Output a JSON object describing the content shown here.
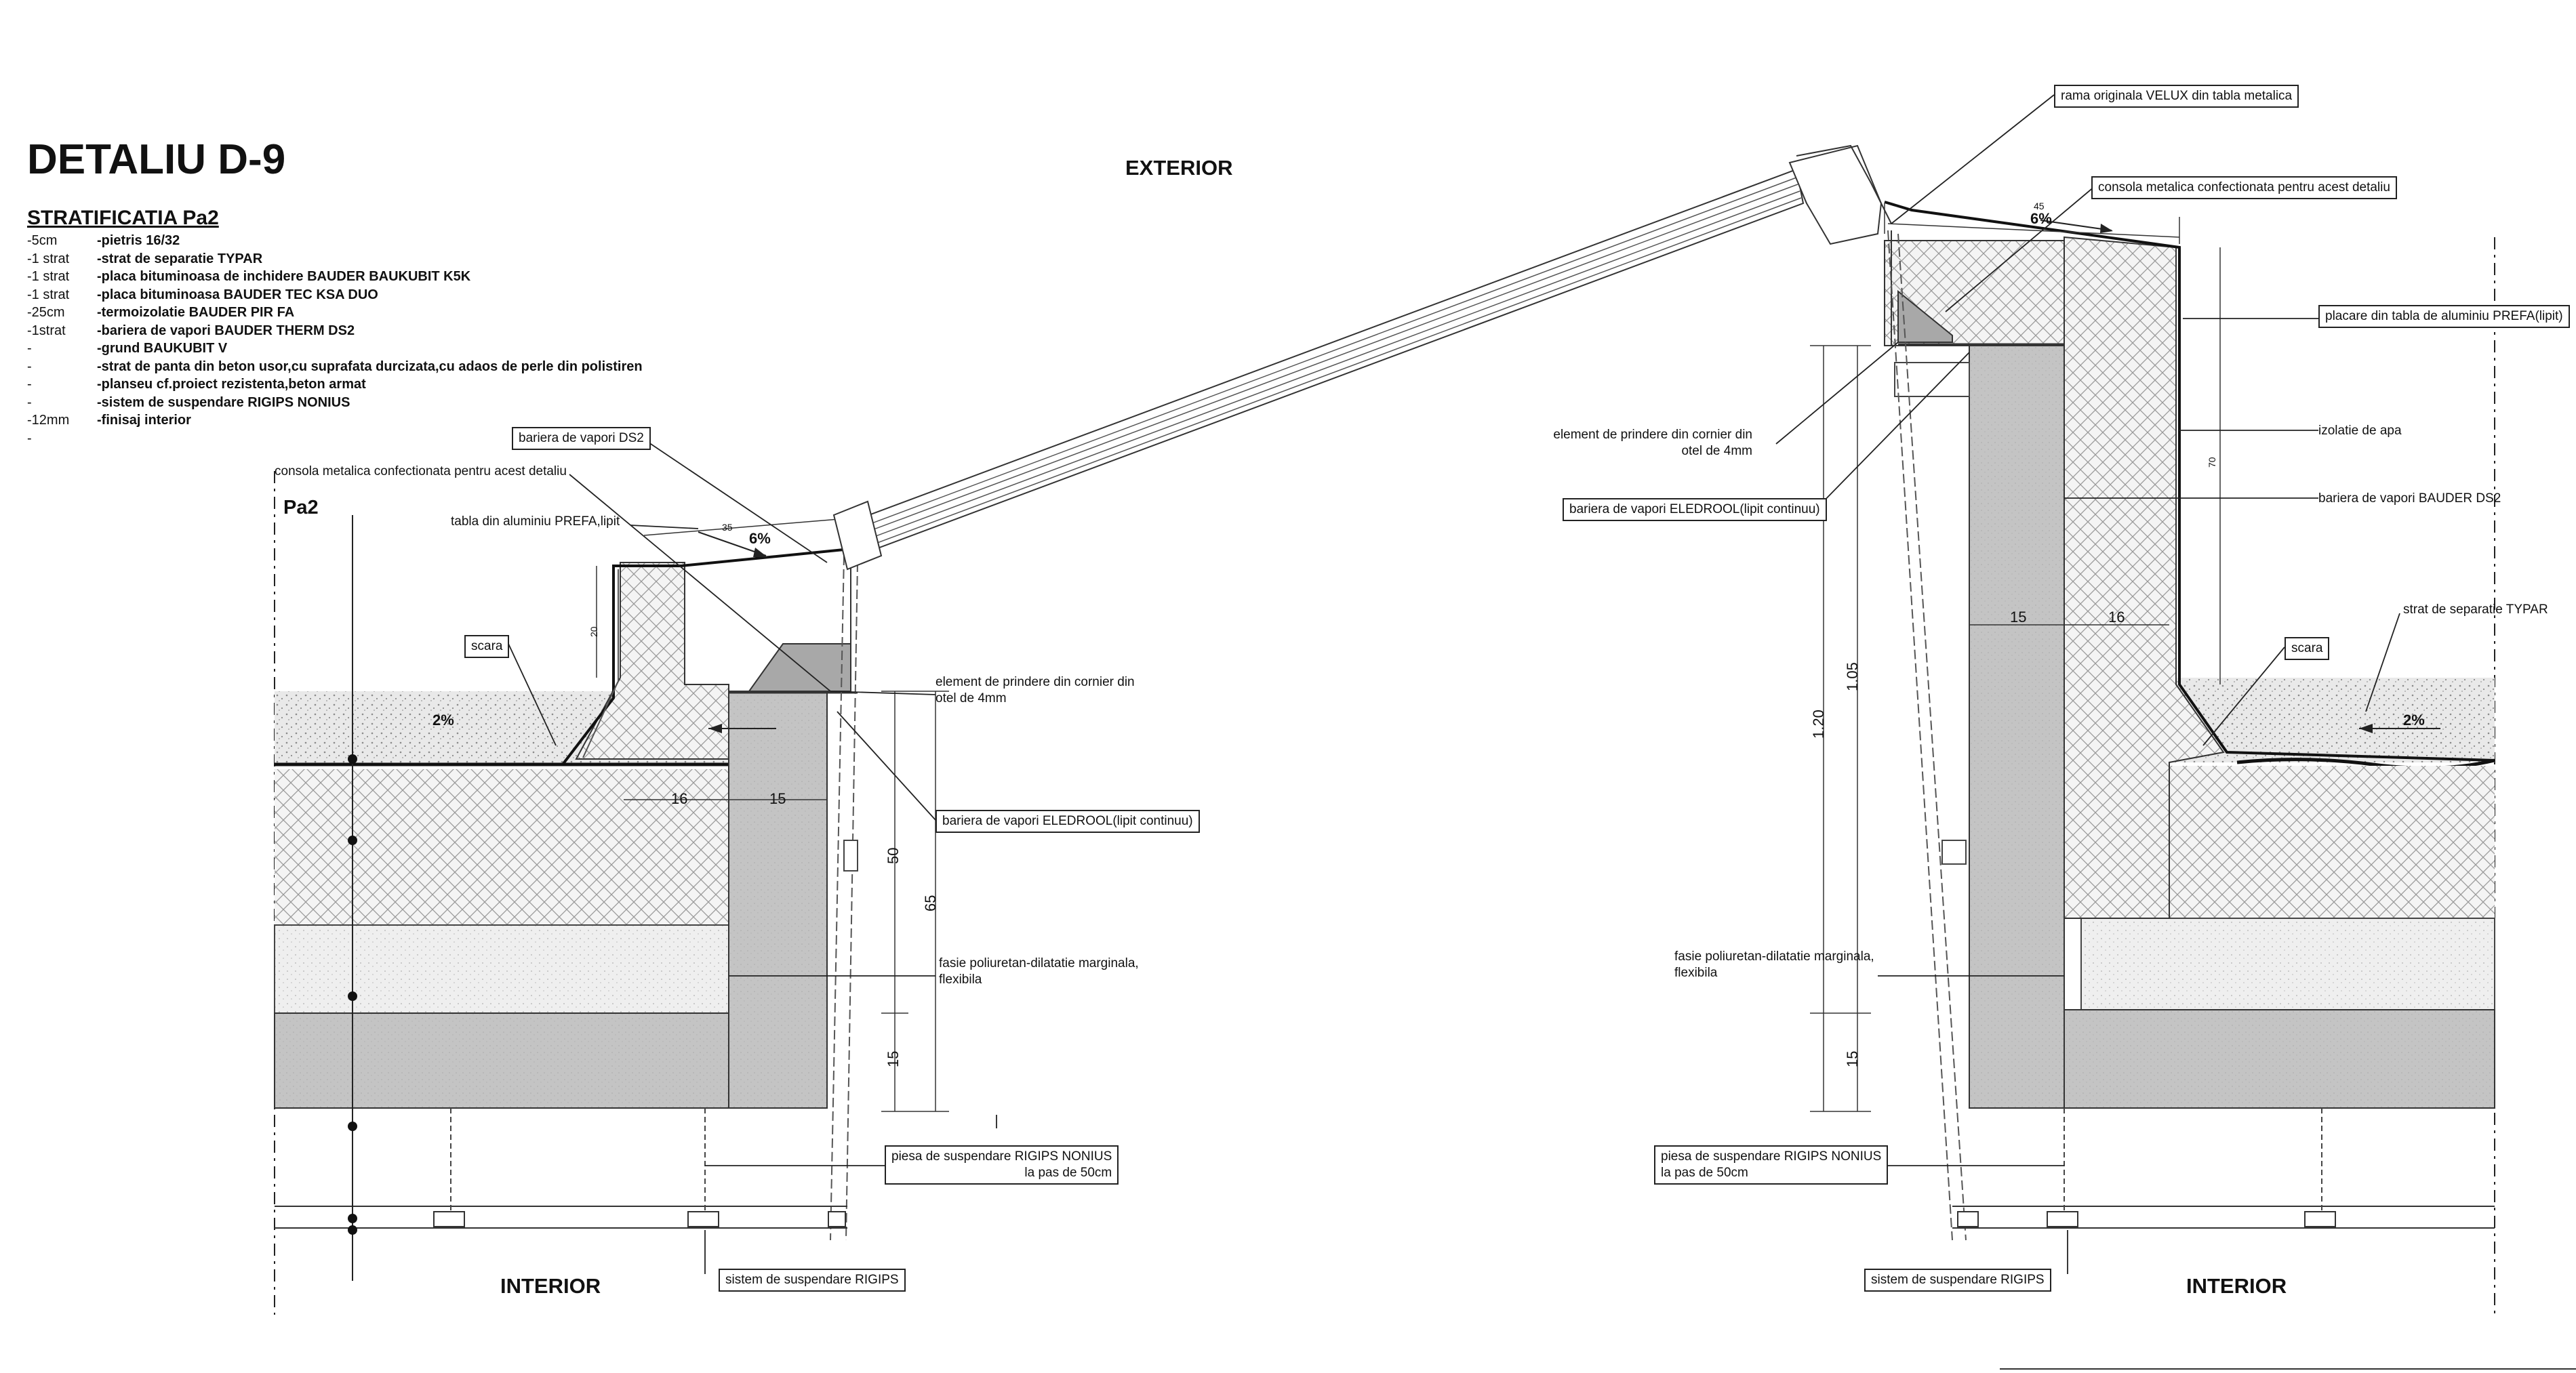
{
  "title": "DETALIU D-9",
  "stratification": {
    "heading": "STRATIFICATIA Pa2",
    "layers": [
      {
        "thickness": "-5cm",
        "description": "-pietris 16/32"
      },
      {
        "thickness": "-1 strat",
        "description": "-strat de separatie TYPAR"
      },
      {
        "thickness": "-1 strat",
        "description": "-placa bituminoasa de inchidere BAUDER BAUKUBIT K5K"
      },
      {
        "thickness": "-1 strat",
        "description": "-placa bituminoasa BAUDER TEC KSA DUO"
      },
      {
        "thickness": "-25cm",
        "description": "-termoizolatie BAUDER PIR FA"
      },
      {
        "thickness": "-1strat",
        "description": "-bariera de vapori BAUDER THERM DS2"
      },
      {
        "thickness": "-",
        "description": "-grund BAUKUBIT V"
      },
      {
        "thickness": "-",
        "description": "-strat de panta din beton usor,cu suprafata durcizata,cu adaos de perle din polistiren"
      },
      {
        "thickness": "-",
        "description": "-planseu cf.proiect rezistenta,beton armat"
      },
      {
        "thickness": "-",
        "description": "-sistem de suspendare RIGIPS NONIUS"
      },
      {
        "thickness": "-12mm",
        "description": "-finisaj interior"
      },
      {
        "thickness": "-",
        "description": ""
      }
    ]
  },
  "zones": {
    "exterior": "EXTERIOR",
    "interior_left": "INTERIOR",
    "interior_right": "INTERIOR",
    "section": "Pa2"
  },
  "callouts": {
    "velux_flashing": "rama originala VELUX din tabla metalica",
    "console_right": "consola metalica confectionata pentru acest detaliu",
    "flashing_right": "placare din tabla de aluminiu PREFA(lipit)",
    "fixing_right_1": "element de prindere din cornier din",
    "fixing_right_2": "otel de 4mm",
    "vapor_bar_right": "bariera de vapori ELEDROOL(lipit continuu)",
    "waterproof_right": "izolatie de apa",
    "vapor_bar_bauder_right": "bariera de vapori BAUDER DS2",
    "separation_right": "strat de separatie TYPAR",
    "scale_right": "scara",
    "polyurethane_right_1": "fasie poliuretan-dilatatie marginala,",
    "polyurethane_right_2": "flexibila",
    "hanger_right_1": "piesa de suspendare RIGIPS NONIUS",
    "hanger_right_2": "la pas de 50cm",
    "suspension_right": "sistem de suspendare RIGIPS",
    "vapor_ds2_left": "bariera de vapori DS2",
    "console_left": "consola metalica confectionata pentru acest detaliu",
    "flashing_left": "tabla din aluminiu PREFA,lipit",
    "scale_left": "scara",
    "fixing_left_1": "element de prindere din cornier din",
    "fixing_left_2": "otel de 4mm",
    "vapor_bar_left": "bariera de vapori ELEDROOL(lipit continuu)",
    "polyurethane_left_1": "fasie poliuretan-dilatatie marginala,",
    "polyurethane_left_2": "flexibila",
    "hanger_left_1": "piesa de suspendare RIGIPS NONIUS",
    "hanger_left_2": "la pas de 50cm",
    "suspension_left": "sistem de suspendare RIGIPS"
  },
  "dimensions": {
    "slope_roof_left": "2%",
    "slope_roof_right": "2%",
    "slope_curb_left": "6%",
    "slope_curb_right": "6%",
    "curb_left_16": "16",
    "curb_left_15": "15",
    "curb_right_15": "15",
    "curb_right_16": "16",
    "left_50": "50",
    "left_65": "65",
    "left_15": "15",
    "left_20": "20",
    "left_35": "35",
    "right_120": "1.20",
    "right_105": "1.05",
    "right_15": "15",
    "right_45": "45",
    "right_70": "70"
  }
}
